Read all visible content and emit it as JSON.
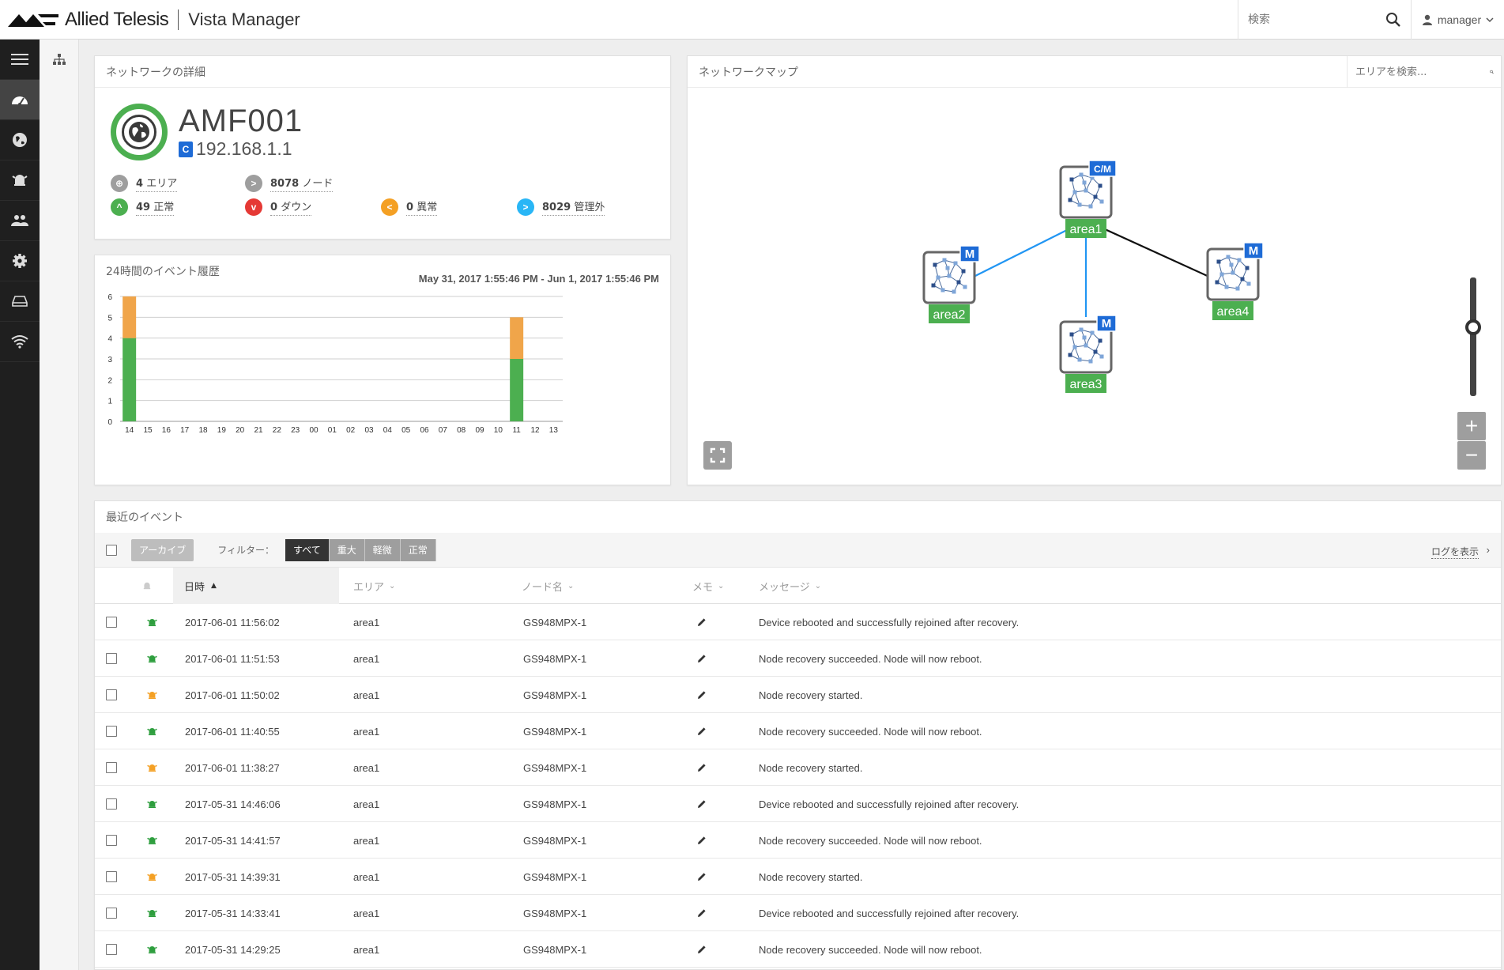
{
  "header": {
    "brand": "Allied Telesis",
    "product": "Vista Manager",
    "search_placeholder": "検索",
    "user": "manager"
  },
  "nav": {
    "items": [
      "menu-icon",
      "dashboard-icon",
      "globe-icon",
      "alarm-icon",
      "users-icon",
      "settings-icon",
      "storage-icon",
      "wifi-icon"
    ],
    "active": "dashboard-icon"
  },
  "subnav": {
    "items": [
      "topology-icon"
    ]
  },
  "network_detail": {
    "title": "ネットワークの詳細",
    "name": "AMF001",
    "ip_badge": "C",
    "ip": "192.168.1.1",
    "stats": [
      {
        "count": "4",
        "label": "エリア",
        "color": "#9e9e9e"
      },
      {
        "count": "8078",
        "label": "ノード",
        "color": "#9e9e9e"
      },
      {
        "count": "49",
        "label": "正常",
        "color": "#4caf50"
      },
      {
        "count": "0",
        "label": "ダウン",
        "color": "#e53935"
      },
      {
        "count": "0",
        "label": "異常",
        "color": "#f4a024"
      },
      {
        "count": "8029",
        "label": "管理外",
        "color": "#29b6f6"
      }
    ]
  },
  "history": {
    "title": "24時間のイベント履歴",
    "range": "May 31, 2017 1:55:46 PM - Jun 1, 2017 1:55:46 PM"
  },
  "chart_data": {
    "type": "bar",
    "stacked": true,
    "categories": [
      "14",
      "15",
      "16",
      "17",
      "18",
      "19",
      "20",
      "21",
      "22",
      "23",
      "00",
      "01",
      "02",
      "03",
      "04",
      "05",
      "06",
      "07",
      "08",
      "09",
      "10",
      "11",
      "12",
      "13"
    ],
    "series": [
      {
        "color": "#4caf50",
        "values": [
          4,
          0,
          0,
          0,
          0,
          0,
          0,
          0,
          0,
          0,
          0,
          0,
          0,
          0,
          0,
          0,
          0,
          0,
          0,
          0,
          0,
          3,
          0,
          0
        ]
      },
      {
        "color": "#f0a54a",
        "values": [
          2,
          0,
          0,
          0,
          0,
          0,
          0,
          0,
          0,
          0,
          0,
          0,
          0,
          0,
          0,
          0,
          0,
          0,
          0,
          0,
          0,
          2,
          0,
          0
        ]
      }
    ],
    "ylim": [
      0,
      6
    ],
    "yticks": [
      0,
      1,
      2,
      3,
      4,
      5,
      6
    ],
    "grid": true
  },
  "netmap": {
    "title": "ネットワークマップ",
    "search_placeholder": "エリアを検索...",
    "nodes": [
      {
        "id": "area1",
        "label": "area1",
        "badge": "C/M"
      },
      {
        "id": "area2",
        "label": "area2",
        "badge": "M"
      },
      {
        "id": "area3",
        "label": "area3",
        "badge": "M"
      },
      {
        "id": "area4",
        "label": "area4",
        "badge": "M"
      }
    ],
    "links": [
      {
        "from": "area1",
        "to": "area2",
        "color": "#2196f3"
      },
      {
        "from": "area1",
        "to": "area3",
        "color": "#2196f3"
      },
      {
        "from": "area1",
        "to": "area4",
        "color": "#111111"
      }
    ],
    "zoom_level": 0.6,
    "zoom_in": "+",
    "zoom_out": "−"
  },
  "events": {
    "title": "最近のイベント",
    "archive": "アーカイブ",
    "filter_label": "フィルター：",
    "filters": [
      "すべて",
      "重大",
      "軽微",
      "正常"
    ],
    "active_filter": "すべて",
    "show_log": "ログを表示",
    "columns": {
      "datetime": "日時",
      "area": "エリア",
      "node": "ノード名",
      "memo": "メモ",
      "message": "メッセージ"
    },
    "rows": [
      {
        "status": "normal",
        "datetime": "2017-06-01 11:56:02",
        "area": "area1",
        "node": "GS948MPX-1",
        "message": "Device rebooted and successfully rejoined after recovery."
      },
      {
        "status": "normal",
        "datetime": "2017-06-01 11:51:53",
        "area": "area1",
        "node": "GS948MPX-1",
        "message": "Node recovery succeeded. Node will now reboot."
      },
      {
        "status": "warning",
        "datetime": "2017-06-01 11:50:02",
        "area": "area1",
        "node": "GS948MPX-1",
        "message": "Node recovery started."
      },
      {
        "status": "normal",
        "datetime": "2017-06-01 11:40:55",
        "area": "area1",
        "node": "GS948MPX-1",
        "message": "Node recovery succeeded. Node will now reboot."
      },
      {
        "status": "warning",
        "datetime": "2017-06-01 11:38:27",
        "area": "area1",
        "node": "GS948MPX-1",
        "message": "Node recovery started."
      },
      {
        "status": "normal",
        "datetime": "2017-05-31 14:46:06",
        "area": "area1",
        "node": "GS948MPX-1",
        "message": "Device rebooted and successfully rejoined after recovery."
      },
      {
        "status": "normal",
        "datetime": "2017-05-31 14:41:57",
        "area": "area1",
        "node": "GS948MPX-1",
        "message": "Node recovery succeeded. Node will now reboot."
      },
      {
        "status": "warning",
        "datetime": "2017-05-31 14:39:31",
        "area": "area1",
        "node": "GS948MPX-1",
        "message": "Node recovery started."
      },
      {
        "status": "normal",
        "datetime": "2017-05-31 14:33:41",
        "area": "area1",
        "node": "GS948MPX-1",
        "message": "Device rebooted and successfully rejoined after recovery."
      },
      {
        "status": "normal",
        "datetime": "2017-05-31 14:29:25",
        "area": "area1",
        "node": "GS948MPX-1",
        "message": "Node recovery succeeded. Node will now reboot."
      }
    ]
  }
}
